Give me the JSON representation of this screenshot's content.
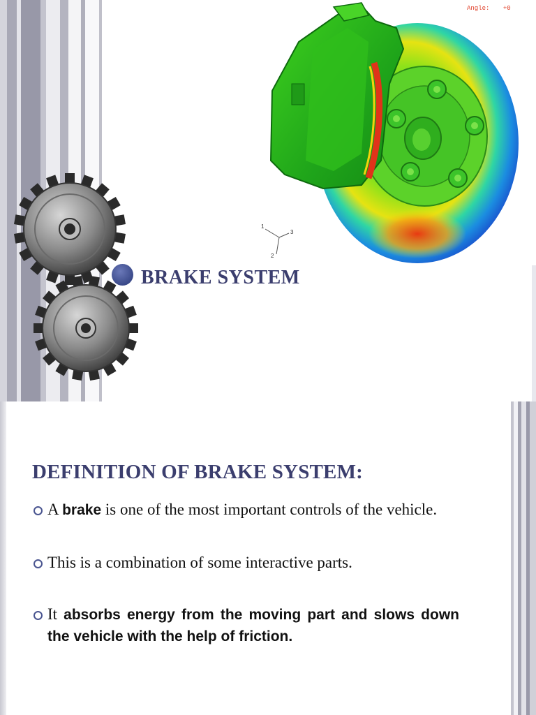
{
  "slide1": {
    "title": "BRAKE SYSTEM",
    "image": {
      "angle_label": "Angle:",
      "angle_value": "+0",
      "axis_labels": [
        "1",
        "2",
        "3"
      ]
    }
  },
  "slide2": {
    "heading": "DEFINITION OF BRAKE SYSTEM:",
    "bullets": [
      {
        "pre": "A ",
        "bold": "brake",
        "post": " is one of the most important controls of the vehicle."
      },
      {
        "text": "This is a combination of some interactive parts."
      },
      {
        "pre": "It ",
        "bold": "absorbs energy from the moving part and slows down the vehicle with the help of friction."
      }
    ]
  },
  "colors": {
    "title": "#3b3e6e",
    "bullet_dot": "#4a5590",
    "stripe_dark": "#9a9aa8",
    "stripe_light": "#d8d8e0"
  }
}
